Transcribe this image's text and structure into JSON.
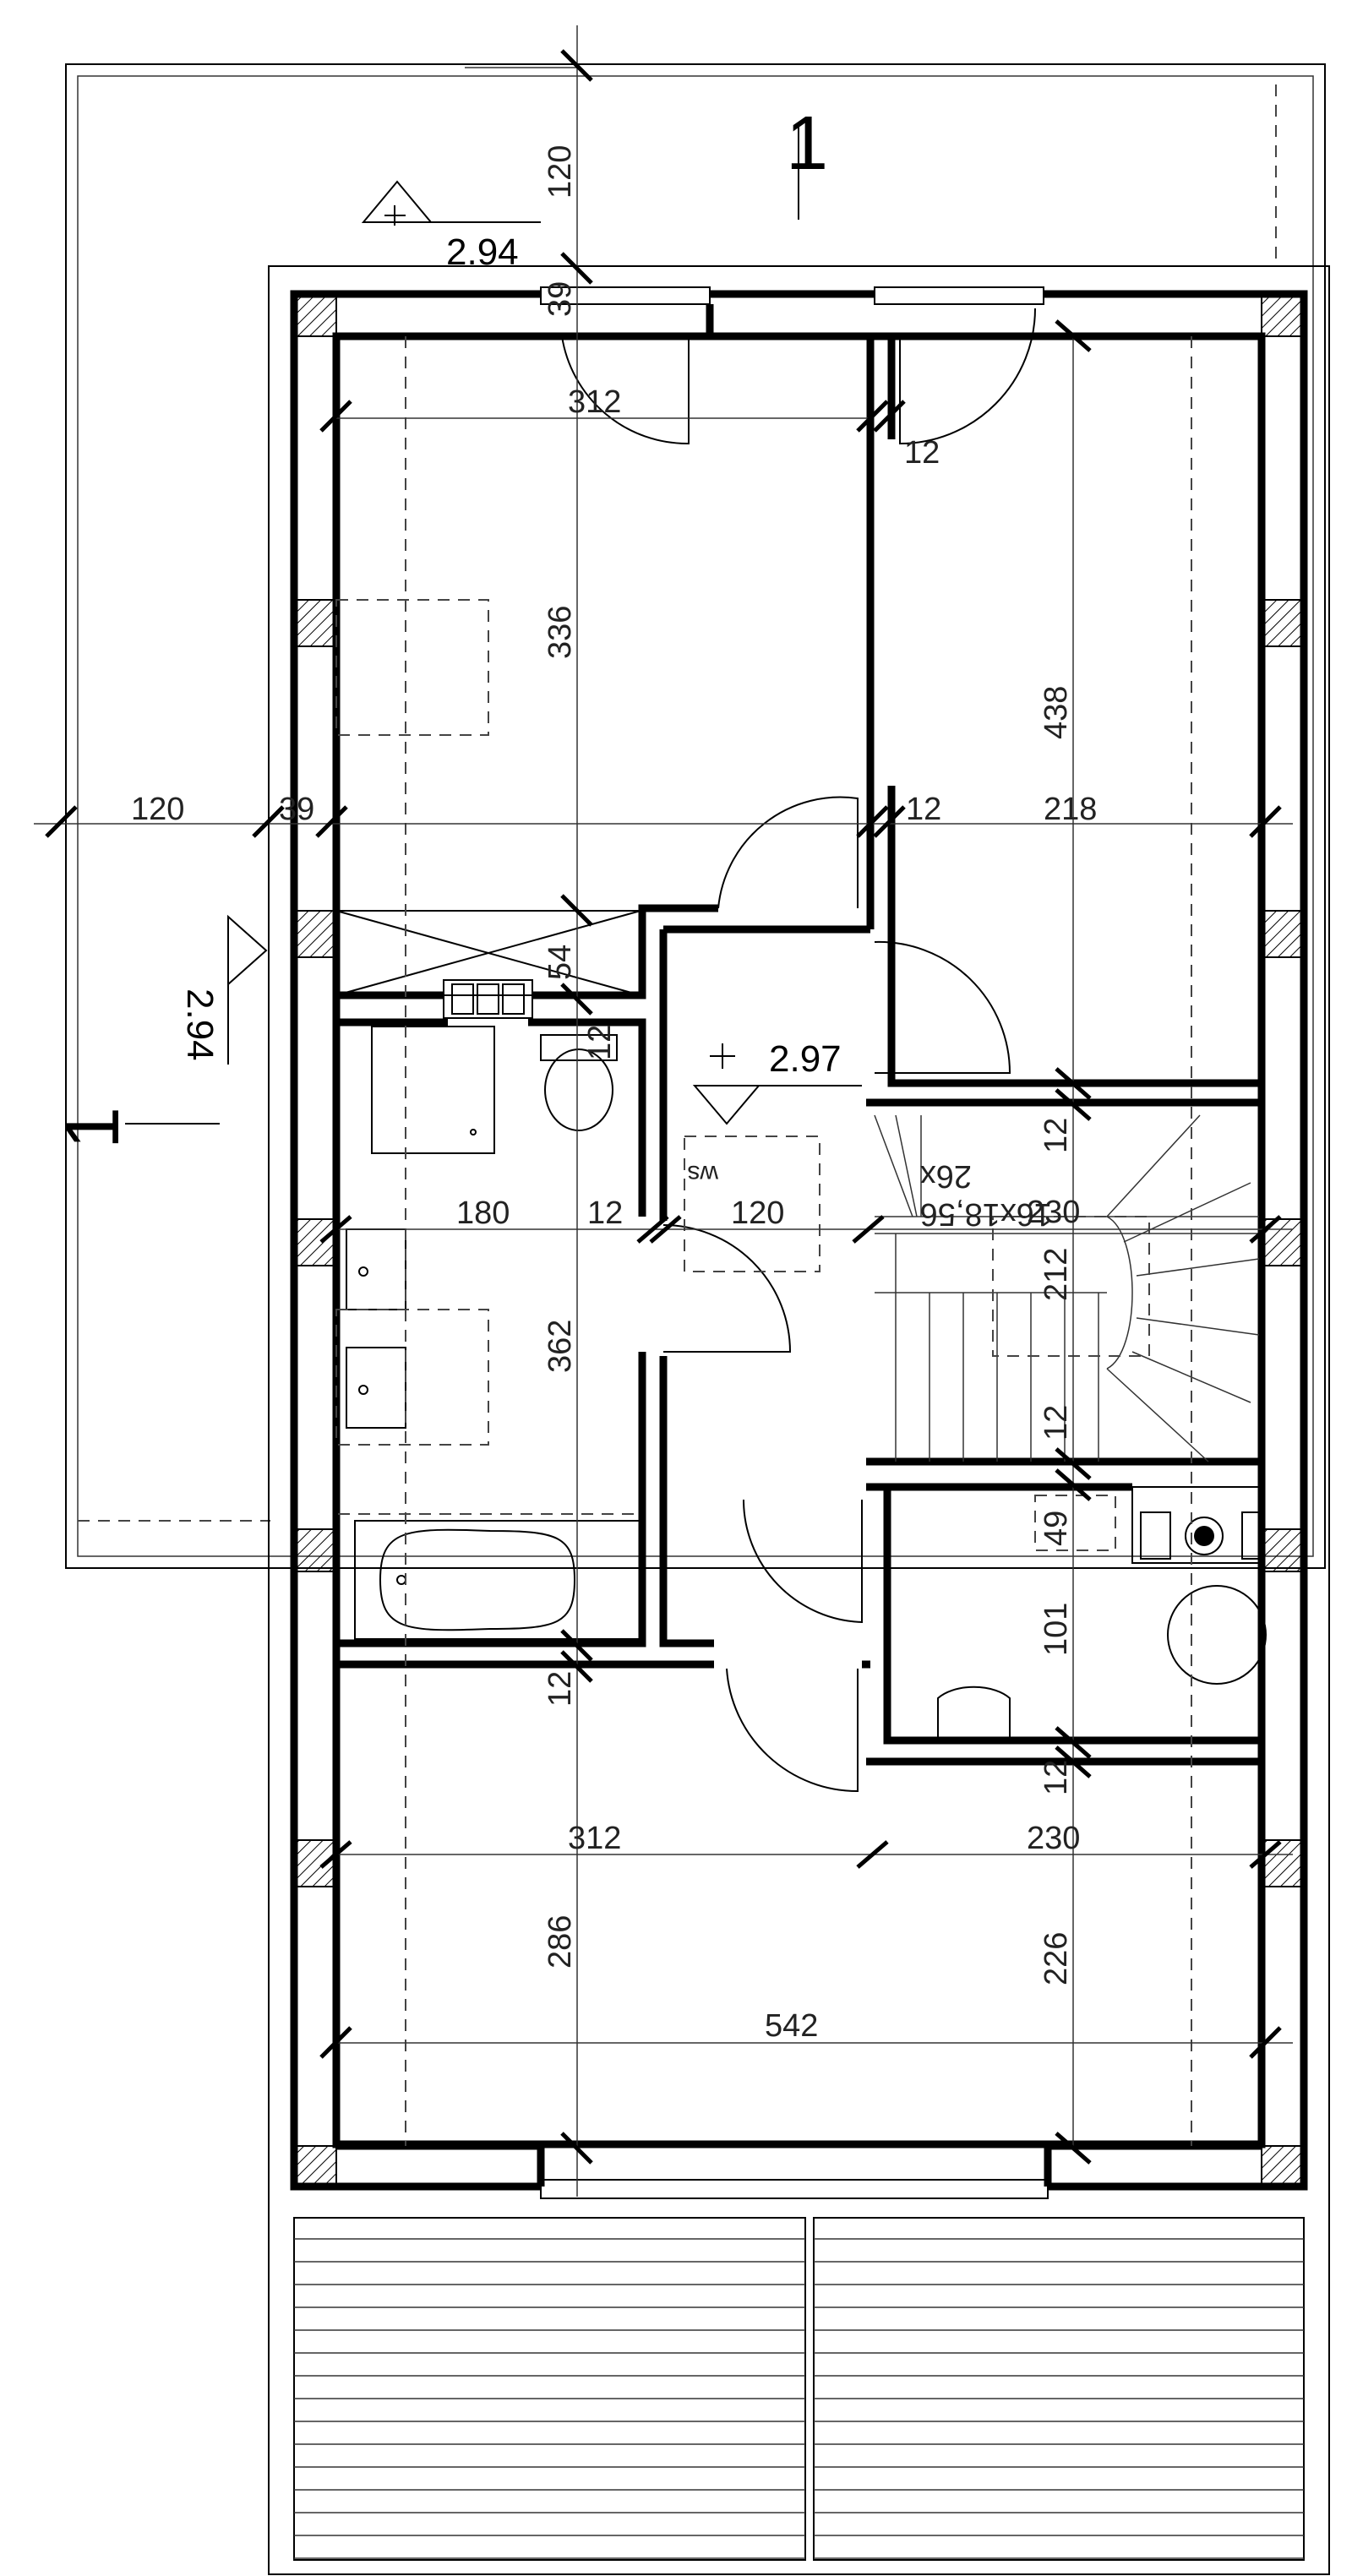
{
  "levels": {
    "terrace_top": "2.94",
    "terrace_left": "2.94",
    "hall": "2.97"
  },
  "labels": {
    "section_top": "1",
    "section_left": "1",
    "ws": "ws",
    "stairs_a": "26x",
    "stairs_b": "16x18,56",
    "stairs_c": "230"
  },
  "dimensions": {
    "terrace_depth_top": "120",
    "terrace_width_left": "120",
    "wall_39_top": "39",
    "wall_39_left": "39",
    "room_tl_width": "312",
    "room_tl_height": "336",
    "wall_12_top": "12",
    "room_tr_height": "438",
    "wall_12_mid": "12",
    "room_tr_width": "218",
    "duct_54": "54",
    "duct_12": "12",
    "bath_width": "180",
    "wall_12_bath": "12",
    "hall_width": "120",
    "bath_height": "362",
    "stairs_12_top": "12",
    "stairs_212": "212",
    "stairs_12_bot": "12",
    "utility_49": "49",
    "utility_101": "101",
    "wall_12_bottom": "12",
    "wall_12_util": "12",
    "room_bl_width": "312",
    "room_br_width": "230",
    "room_bl_height": "286",
    "room_br_height": "226",
    "room_bottom_total": "542"
  }
}
